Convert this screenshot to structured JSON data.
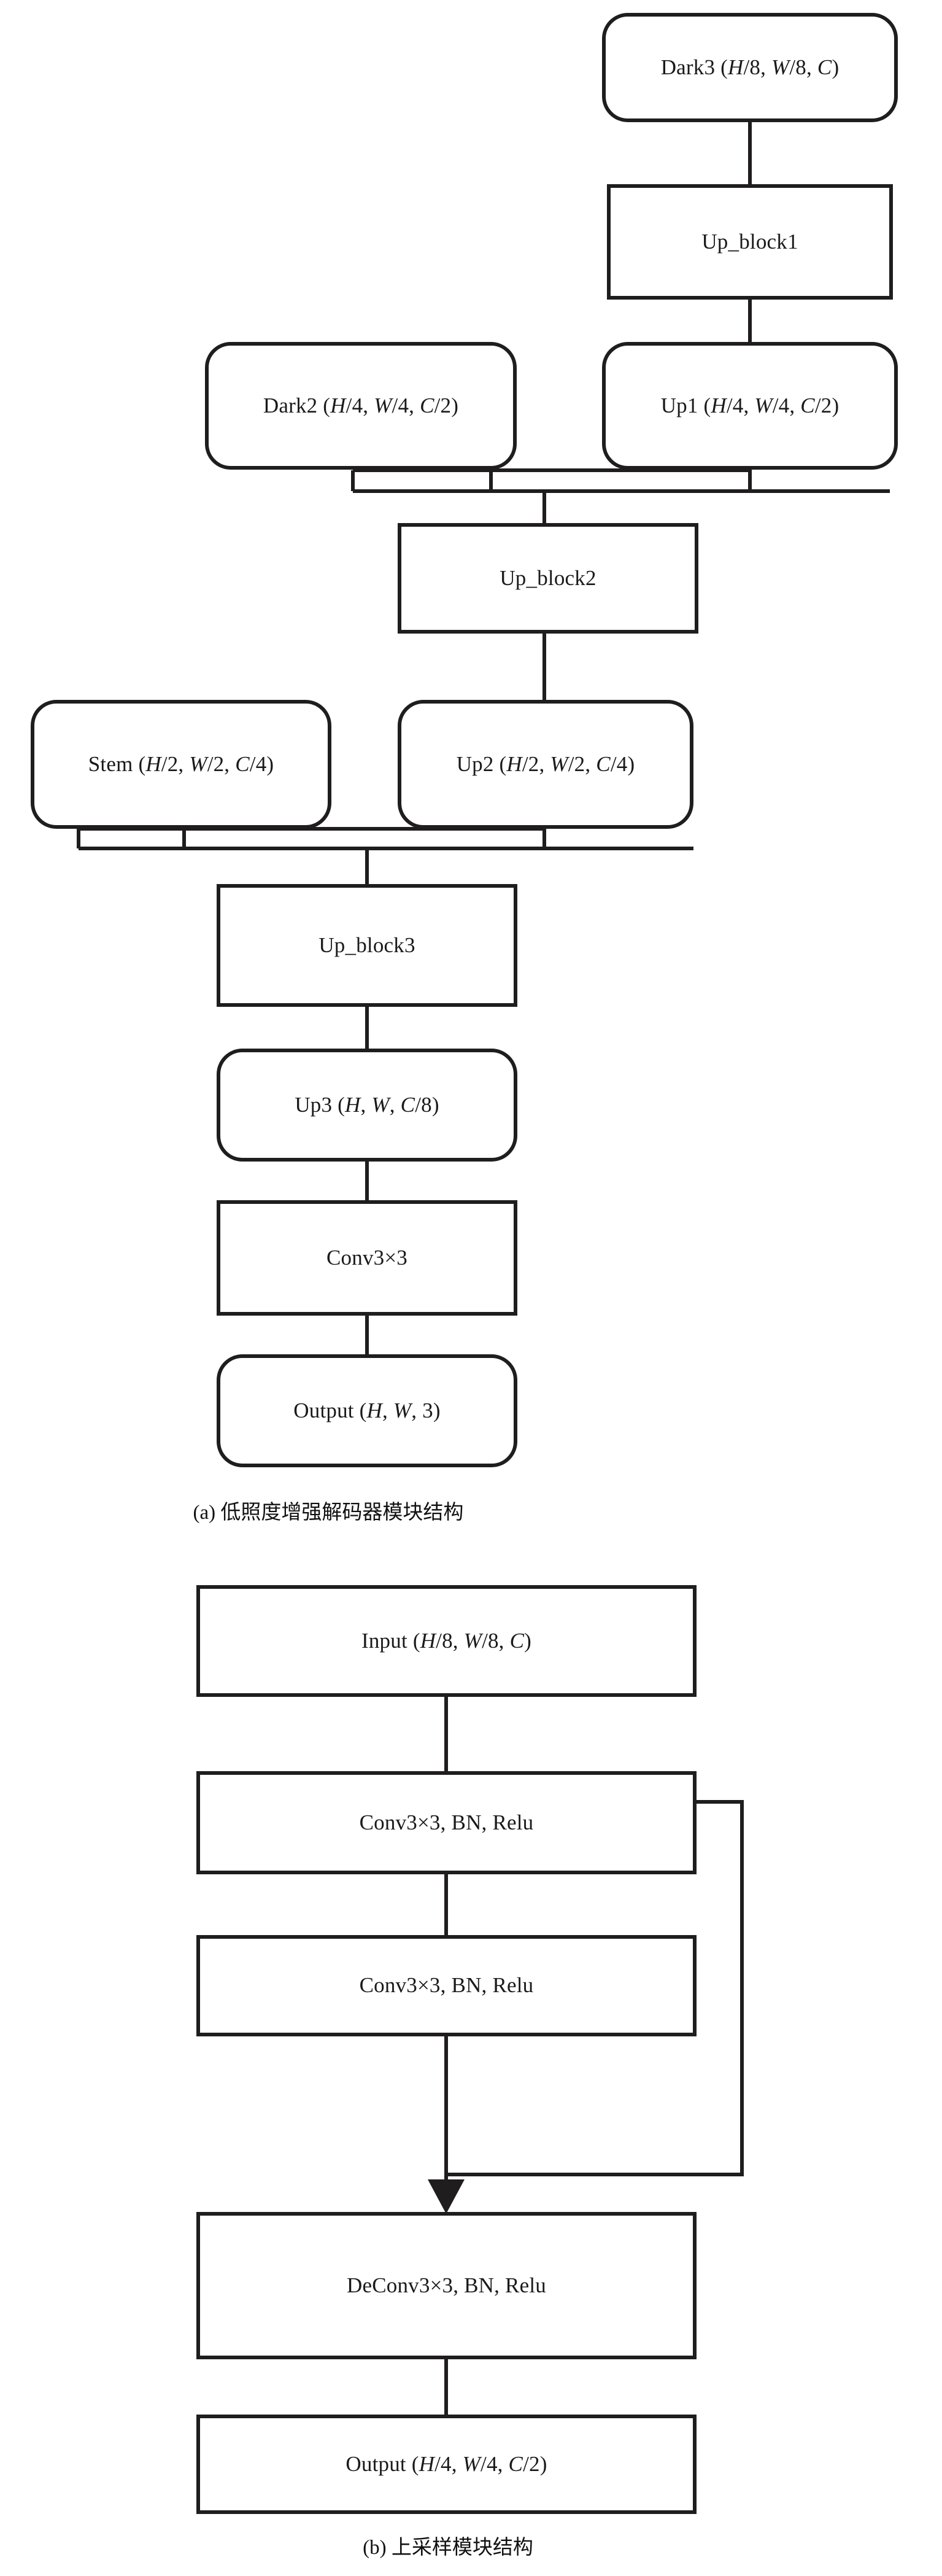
{
  "figure": {
    "panels": [
      {
        "id": "a",
        "caption": "(a) 低照度增强解码器模块结构",
        "nodes": [
          {
            "key": "dark3",
            "label": "Dark3 (H/8, W/8, C)",
            "shape": "rounded",
            "italic_tokens": [
              "H",
              "W",
              "C"
            ]
          },
          {
            "key": "up_block1",
            "label": "Up_block1",
            "shape": "rect"
          },
          {
            "key": "dark2",
            "label": "Dark2 (H/4, W/4, C/2)",
            "shape": "rounded"
          },
          {
            "key": "up1",
            "label": "Up1 (H/4, W/4, C/2)",
            "shape": "rounded"
          },
          {
            "key": "up_block2",
            "label": "Up_block2",
            "shape": "rect"
          },
          {
            "key": "stem",
            "label": "Stem (H/2, W/2, C/4)",
            "shape": "rounded"
          },
          {
            "key": "up2",
            "label": "Up2 (H/2, W/2, C/4)",
            "shape": "rounded"
          },
          {
            "key": "up_block3",
            "label": "Up_block3",
            "shape": "rect"
          },
          {
            "key": "up3",
            "label": "Up3 (H, W, C/8)",
            "shape": "rounded"
          },
          {
            "key": "conv33",
            "label": "Conv3×3",
            "shape": "rect"
          },
          {
            "key": "output_a",
            "label": "Output (H, W, 3)",
            "shape": "rounded"
          }
        ],
        "edges": [
          {
            "from": "dark3",
            "to": "up_block1",
            "type": "line"
          },
          {
            "from": "up_block1",
            "to": "up1",
            "type": "line"
          },
          {
            "from": "dark2",
            "to": "up_block2",
            "type": "merge"
          },
          {
            "from": "up1",
            "to": "up_block2",
            "type": "merge"
          },
          {
            "from": "up_block2",
            "to": "up2",
            "type": "line"
          },
          {
            "from": "stem",
            "to": "up_block3",
            "type": "merge"
          },
          {
            "from": "up2",
            "to": "up_block3",
            "type": "merge"
          },
          {
            "from": "up_block3",
            "to": "up3",
            "type": "line"
          },
          {
            "from": "up3",
            "to": "conv33",
            "type": "line"
          },
          {
            "from": "conv33",
            "to": "output_a",
            "type": "line"
          }
        ]
      },
      {
        "id": "b",
        "caption": "(b) 上采样模块结构",
        "nodes": [
          {
            "key": "input_b",
            "label": "Input (H/8, W/8, C)",
            "shape": "rect"
          },
          {
            "key": "conv_b1",
            "label": "Conv3×3, BN, Relu",
            "shape": "rect"
          },
          {
            "key": "conv_b2",
            "label": "Conv3×3, BN, Relu",
            "shape": "rect"
          },
          {
            "key": "deconv_b",
            "label": "DeConv3×3, BN, Relu",
            "shape": "rect"
          },
          {
            "key": "output_b",
            "label": "Output (H/4, W/4, C/2)",
            "shape": "rect"
          }
        ],
        "edges": [
          {
            "from": "input_b",
            "to": "conv_b1",
            "type": "line"
          },
          {
            "from": "conv_b1",
            "to": "conv_b2",
            "type": "line"
          },
          {
            "from": "conv_b2",
            "to": "deconv_b",
            "type": "arrow"
          },
          {
            "from": "deconv_b",
            "to": "output_b",
            "type": "line"
          },
          {
            "from": "input_b",
            "to": "deconv_b",
            "type": "skip-right"
          }
        ]
      }
    ],
    "style": {
      "stroke": "#1f1d1d",
      "background": "#ffffff",
      "stroke_width": 6
    }
  }
}
